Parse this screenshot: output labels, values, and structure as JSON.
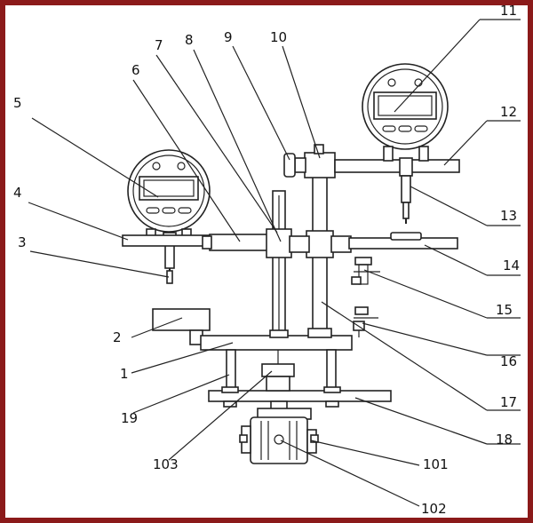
{
  "diagram": {
    "frame_color": "#8b1a1a",
    "labels": [
      "1",
      "2",
      "3",
      "4",
      "5",
      "6",
      "7",
      "8",
      "9",
      "10",
      "11",
      "12",
      "13",
      "14",
      "15",
      "16",
      "17",
      "18",
      "19",
      "101",
      "102",
      "103"
    ],
    "gauge_buttons": "three-button digital gauge",
    "dial_icon": "digital-gauge-icon",
    "motor_icon": "motor-icon"
  }
}
